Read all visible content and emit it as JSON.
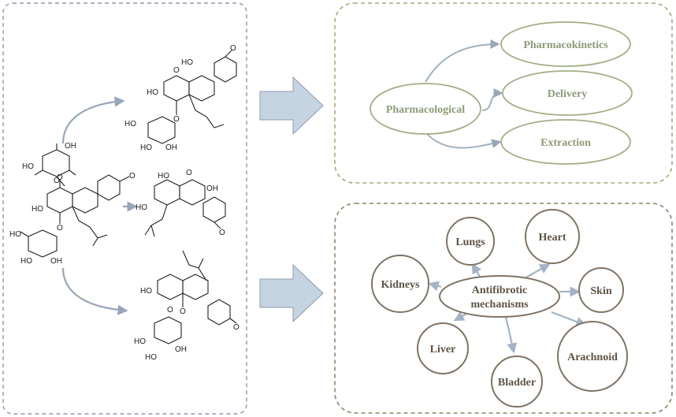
{
  "colors": {
    "left_panel_border": "#8d97ad",
    "top_panel_border": "#a8a878",
    "bottom_panel_border": "#8d8468",
    "big_arrow_fill": "#c6d3e0",
    "big_arrow_stroke": "#8e9cb0",
    "pharm_node_stroke": "#a3ae88",
    "pharm_text": "#8e9a78",
    "organ_node_stroke": "#7f7466",
    "organ_text": "#5e5346",
    "connector": "#9fb1c1"
  },
  "molecule_labels": {
    "hydroxyl": "HO",
    "hydroxyl_right": "OH",
    "oxygen": "O",
    "oxygen_methyl": "O"
  },
  "pharmaceutics": {
    "center": "Pharmacological",
    "branches": [
      "Pharmacokinetics",
      "Delivery",
      "Extraction"
    ]
  },
  "antifibrotic": {
    "center_line1": "Antifibrotic",
    "center_line2": "mechanisms",
    "organs": [
      "Lungs",
      "Heart",
      "Kidneys",
      "Skin",
      "Liver",
      "Bladder",
      "Arachnoid"
    ]
  }
}
